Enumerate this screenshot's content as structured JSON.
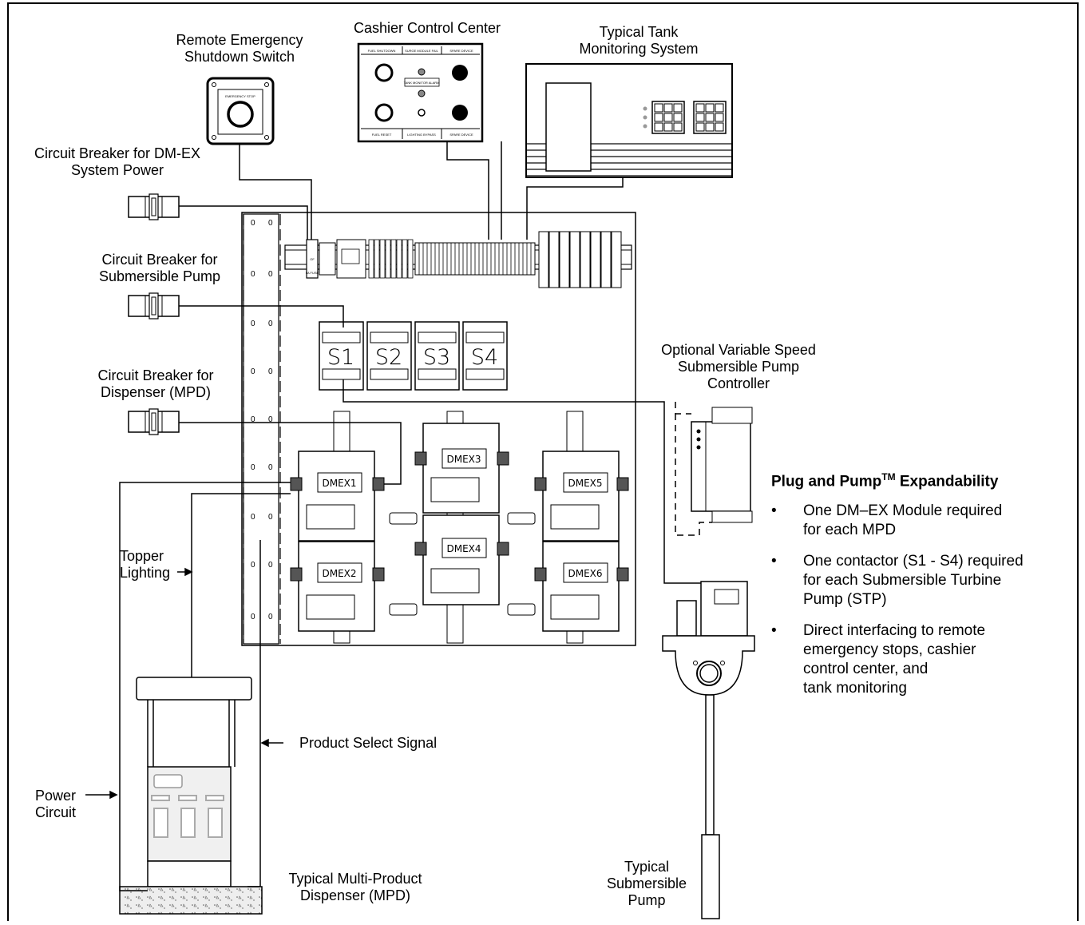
{
  "labels": {
    "remote_switch": "Remote Emergency\nShutdown Switch",
    "cashier_center": "Cashier Control Center",
    "tank_monitoring": "Typical Tank\nMonitoring System",
    "breaker_system_power": "Circuit Breaker for DM-EX\nSystem Power",
    "breaker_pump": "Circuit Breaker for\nSubmersible Pump",
    "breaker_dispenser": "Circuit Breaker for\nDispenser (MPD)",
    "vs_controller": "Optional Variable Speed\nSubmersible Pump\nController",
    "topper_lighting": "Topper\nLighting",
    "product_select": "Product Select Signal",
    "power_circuit": "Power\nCircuit",
    "mpd": "Typical Multi-Product\nDispenser (MPD)",
    "submersible_pump": "Typical\nSubmersible\nPump"
  },
  "emergency_stop_text": "EMERGENCY STOP",
  "cashier_panel": {
    "top_labels": [
      "FUEL SHUTDOWN",
      "SURGE MODULE FAIL",
      "SPARE DEVICE"
    ],
    "middle_label": "TANK MONITOR ALARM",
    "bottom_labels": [
      "FUEL RESET",
      "LIGHTING BYPASS",
      "SPARE DEVICE"
    ]
  },
  "fuse_labels": [
    "OF",
    "5A FUSE"
  ],
  "contactors": [
    "S1",
    "S2",
    "S3",
    "S4"
  ],
  "modules": [
    "DMEX1",
    "DMEX2",
    "DMEX3",
    "DMEX4",
    "DMEX5",
    "DMEX6"
  ],
  "expandability": {
    "title": "Plug and Pump",
    "title_sup": "TM",
    "title_suffix": " Expandability",
    "bullet": "•",
    "items": [
      "One DM–EX Module required\nfor each MPD",
      "One contactor (S1 - S4) required\nfor each Submersible Turbine\nPump (STP)",
      "Direct interfacing to remote\nemergency stops, cashier\ncontrol center, and\ntank monitoring"
    ]
  }
}
